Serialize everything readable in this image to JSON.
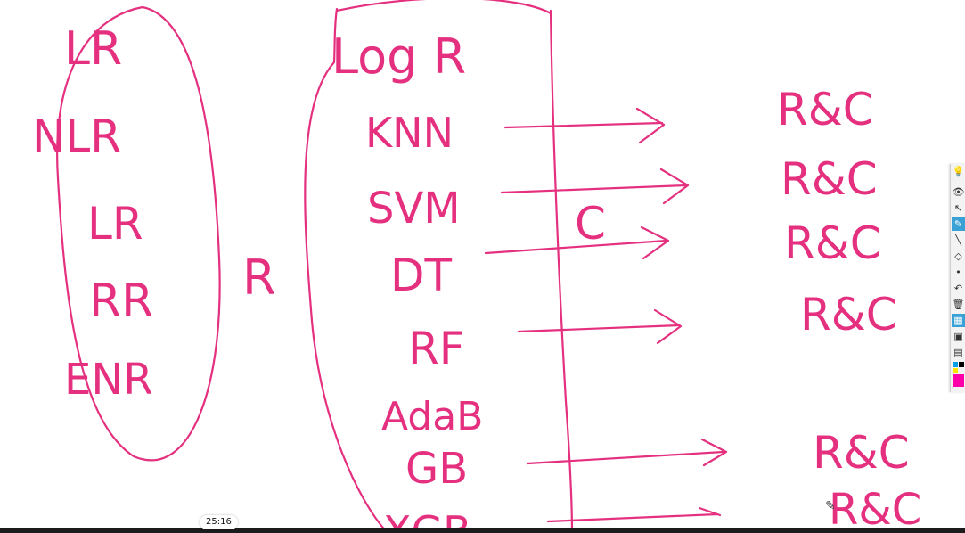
{
  "board": {
    "regression_group": [
      "LR",
      "NLR",
      "LR",
      "RR",
      "ENR"
    ],
    "regression_label": "R",
    "logr_title": "Log R",
    "algorithms": [
      "KNN",
      "SVM",
      "DT",
      "RF",
      "AdaB",
      "GB",
      "XGB"
    ],
    "c_label": "C",
    "results": [
      "R&C",
      "R&C",
      "R&C",
      "R&C",
      "R&C",
      "R&C"
    ],
    "ink_color": "#e4307f"
  },
  "toolbar": {
    "accent": "#3aa1d6",
    "tools": [
      "lightbulb-icon",
      "eye-icon",
      "cursor-icon",
      "pen-icon",
      "line-icon",
      "eraser-icon",
      "dot-icon",
      "undo-icon",
      "trash-icon",
      "grid-icon",
      "camera-icon",
      "clipboard-icon"
    ],
    "palette": [
      "#00a0e9",
      "#000000",
      "#ffe600",
      "#ff00aa"
    ]
  },
  "player": {
    "timestamp": "25:16"
  }
}
